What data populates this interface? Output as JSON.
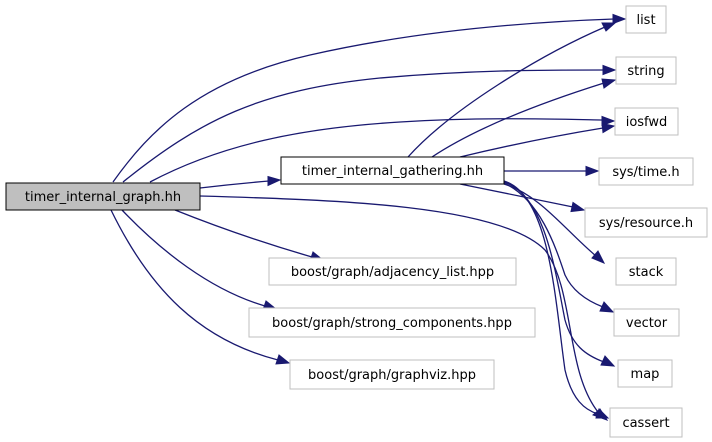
{
  "nodes": {
    "root": {
      "label": "timer_internal_graph.hh",
      "fill": "#bfbfbf",
      "border": "#000000"
    },
    "gathering": {
      "label": "timer_internal_gathering.hh",
      "fill": "#ffffff",
      "border": "#000000"
    },
    "list": {
      "label": "list",
      "fill": "#ffffff",
      "border": "#bfbfbf"
    },
    "string": {
      "label": "string",
      "fill": "#ffffff",
      "border": "#bfbfbf"
    },
    "iosfwd": {
      "label": "iosfwd",
      "fill": "#ffffff",
      "border": "#bfbfbf"
    },
    "systime": {
      "label": "sys/time.h",
      "fill": "#ffffff",
      "border": "#bfbfbf"
    },
    "sysresource": {
      "label": "sys/resource.h",
      "fill": "#ffffff",
      "border": "#bfbfbf"
    },
    "stack": {
      "label": "stack",
      "fill": "#ffffff",
      "border": "#bfbfbf"
    },
    "adjacency": {
      "label": "boost/graph/adjacency_list.hpp",
      "fill": "#ffffff",
      "border": "#bfbfbf"
    },
    "strong": {
      "label": "boost/graph/strong_components.hpp",
      "fill": "#ffffff",
      "border": "#bfbfbf"
    },
    "vector": {
      "label": "vector",
      "fill": "#ffffff",
      "border": "#bfbfbf"
    },
    "graphviz": {
      "label": "boost/graph/graphviz.hpp",
      "fill": "#ffffff",
      "border": "#bfbfbf"
    },
    "map": {
      "label": "map",
      "fill": "#ffffff",
      "border": "#bfbfbf"
    },
    "cassert": {
      "label": "cassert",
      "fill": "#ffffff",
      "border": "#bfbfbf"
    }
  },
  "edges": [
    {
      "from": "root",
      "to": "list"
    },
    {
      "from": "root",
      "to": "string"
    },
    {
      "from": "root",
      "to": "iosfwd"
    },
    {
      "from": "root",
      "to": "gathering"
    },
    {
      "from": "root",
      "to": "adjacency"
    },
    {
      "from": "root",
      "to": "strong"
    },
    {
      "from": "root",
      "to": "graphviz"
    },
    {
      "from": "root",
      "to": "cassert"
    },
    {
      "from": "gathering",
      "to": "list"
    },
    {
      "from": "gathering",
      "to": "string"
    },
    {
      "from": "gathering",
      "to": "iosfwd"
    },
    {
      "from": "gathering",
      "to": "systime"
    },
    {
      "from": "gathering",
      "to": "sysresource"
    },
    {
      "from": "gathering",
      "to": "stack"
    },
    {
      "from": "gathering",
      "to": "vector"
    },
    {
      "from": "gathering",
      "to": "map"
    },
    {
      "from": "gathering",
      "to": "cassert"
    }
  ],
  "colors": {
    "edge": "#191970",
    "background": "#ffffff"
  }
}
